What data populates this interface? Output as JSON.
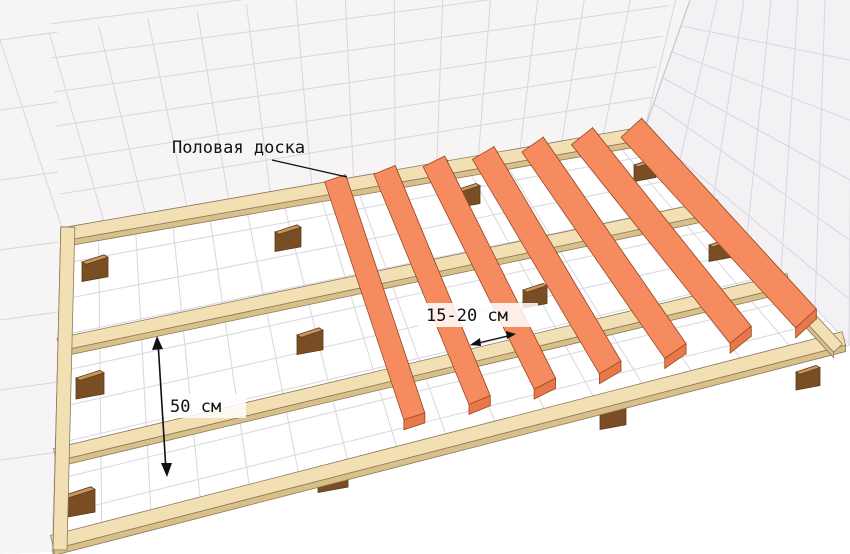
{
  "labels": {
    "floor_board": "Половая доска",
    "joist_gap": "15-20 см",
    "frame_spacing": "50 см"
  },
  "colors": {
    "wall_bg": "#f6f4f5",
    "wall_grid": "#d8d6e0",
    "wood_light": "#f2dfb4",
    "wood_light_side": "#d9c08a",
    "wood_outline": "#8a7a5a",
    "board_top": "#f58b5e",
    "board_side": "#d9663b",
    "post_top": "#c9955a",
    "post_side": "#7a4e25",
    "arrow": "#111111"
  },
  "board_count": 7
}
